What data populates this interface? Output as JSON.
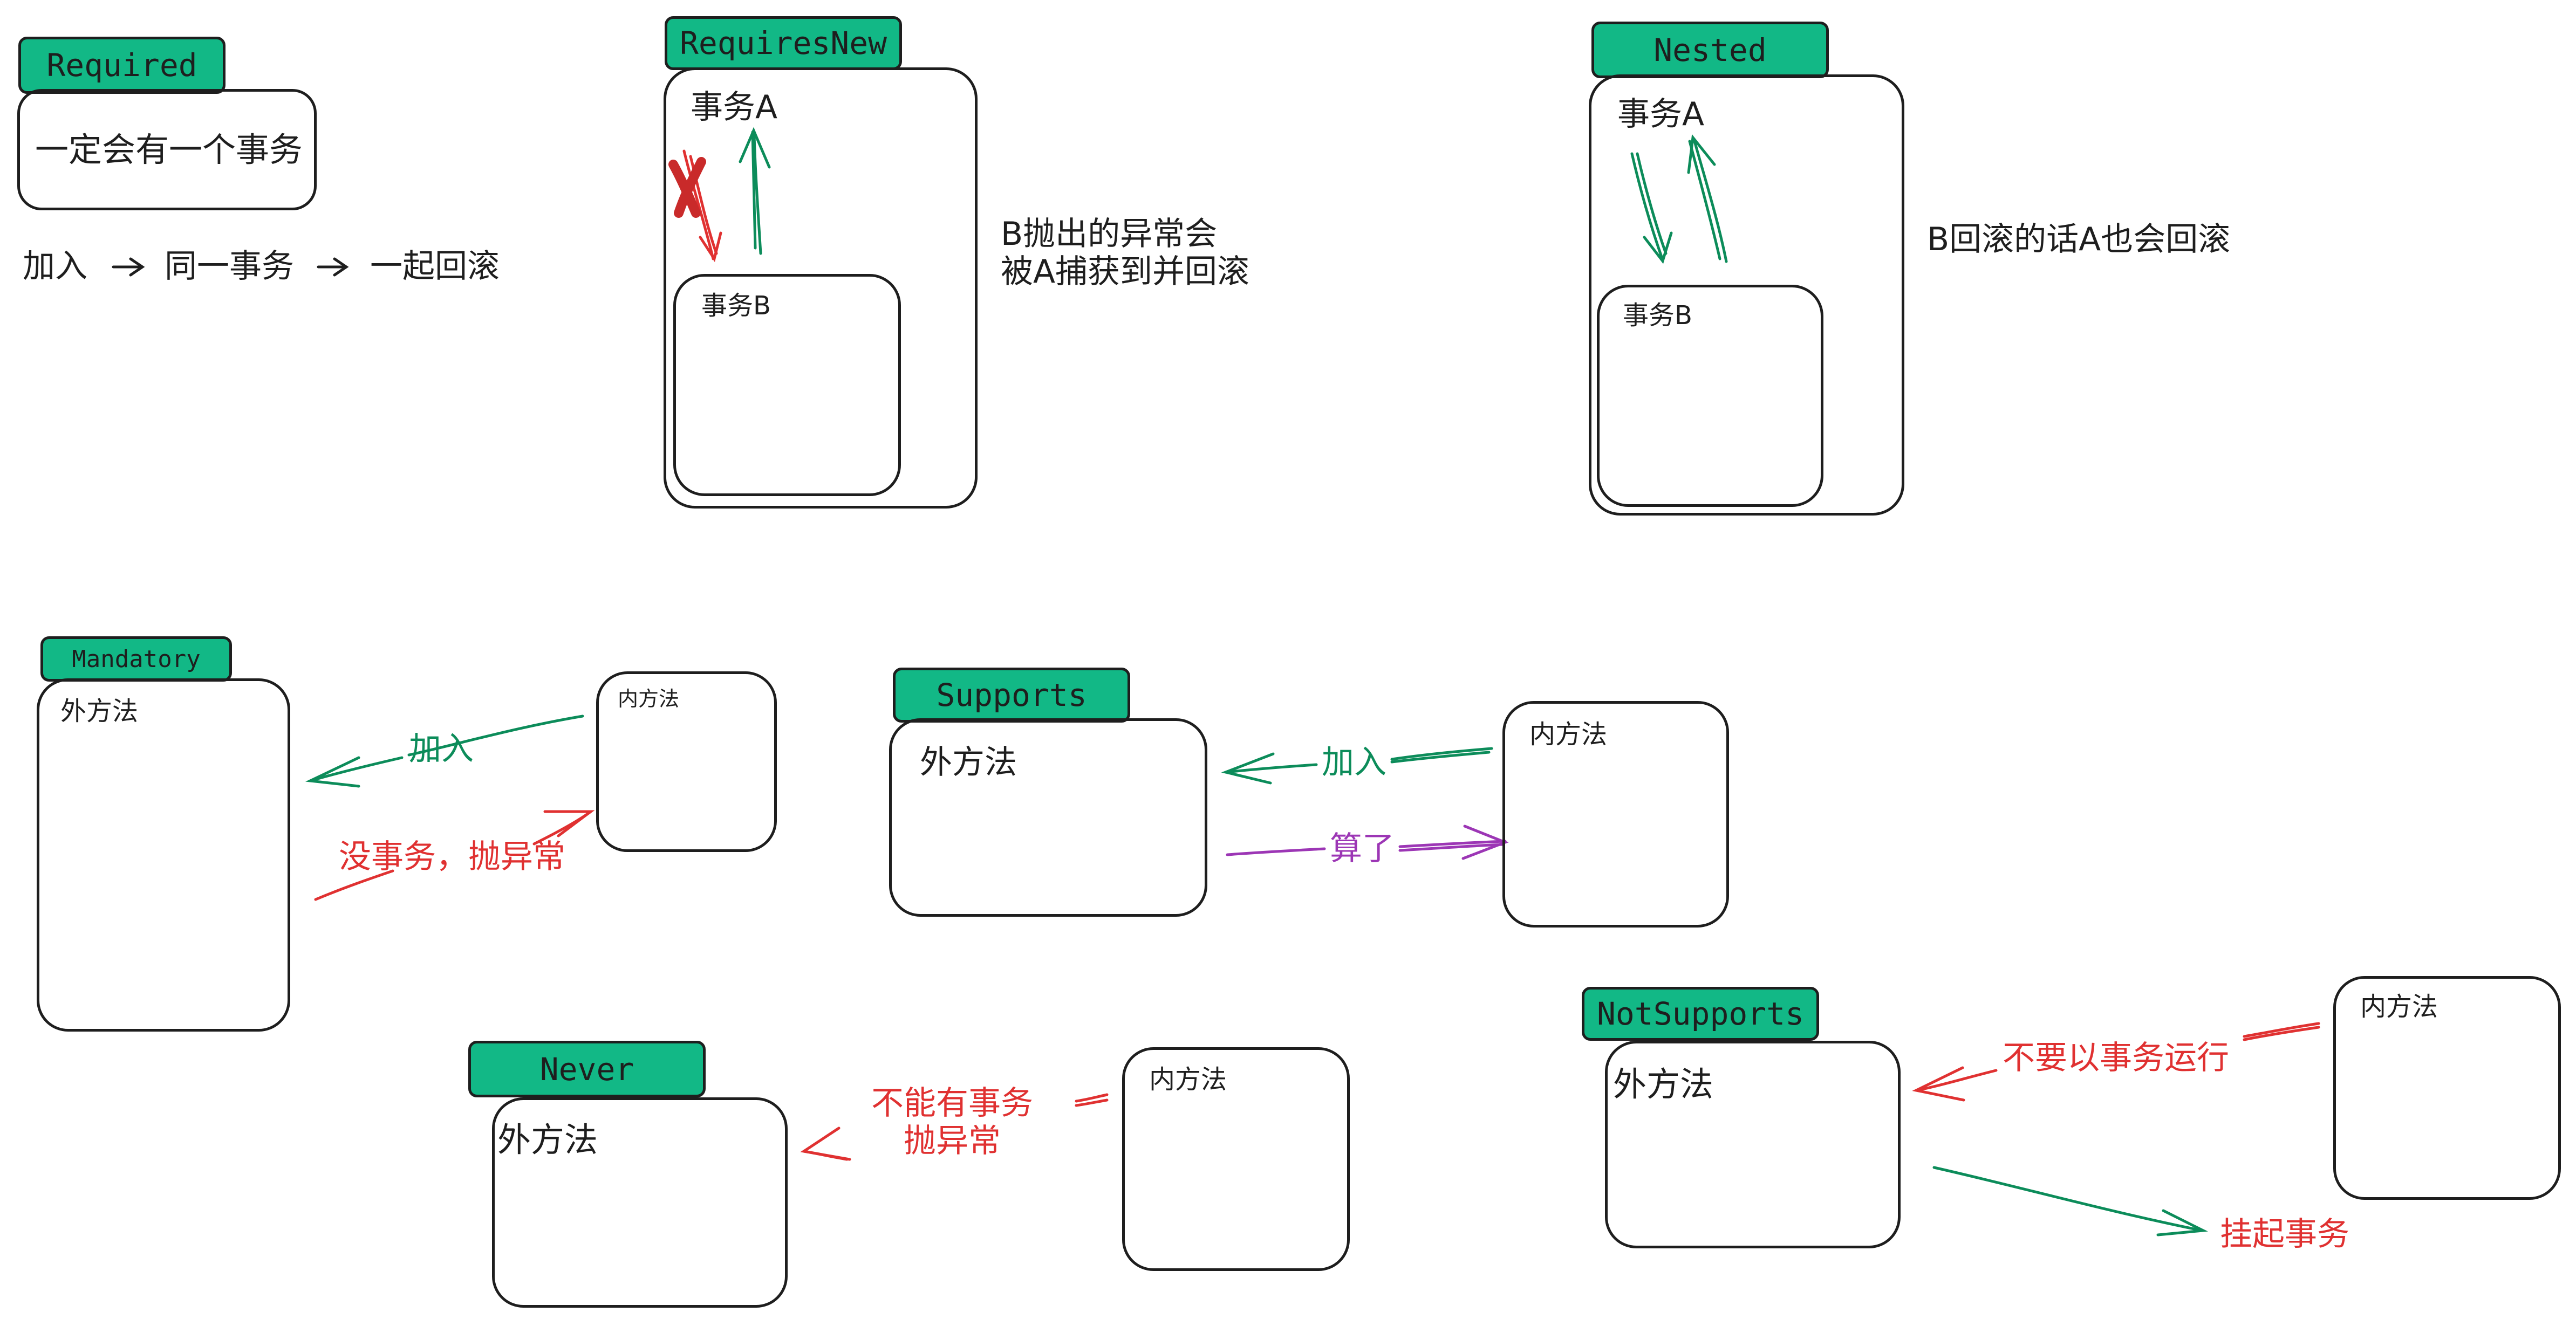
{
  "required": {
    "tag": "Required",
    "box_text": "一定会有一个事务",
    "flow": [
      "加入",
      "同一事务",
      "一起回滚"
    ]
  },
  "requires_new": {
    "tag": "RequiresNew",
    "outer_label": "事务A",
    "inner_label": "事务B",
    "note_line1": "B抛出的异常会",
    "note_line2": "被A捕获到并回滚"
  },
  "nested": {
    "tag": "Nested",
    "outer_label": "事务A",
    "inner_label": "事务B",
    "note": "B回滚的话A也会回滚"
  },
  "mandatory": {
    "tag": "Mandatory",
    "outer_label": "外方法",
    "inner_label": "内方法",
    "join_label": "加入",
    "error_label": "没事务，抛异常"
  },
  "supports": {
    "tag": "Supports",
    "outer_label": "外方法",
    "inner_label": "内方法",
    "join_label": "加入",
    "skip_label": "算了"
  },
  "never": {
    "tag": "Never",
    "outer_label": "外方法",
    "inner_label": "内方法",
    "error_line1": "不能有事务",
    "error_line2": "抛异常"
  },
  "not_supports": {
    "tag": "NotSupports",
    "outer_label": "外方法",
    "inner_label": "内方法",
    "run_label": "不要以事务运行",
    "suspend_label": "挂起事务"
  },
  "colors": {
    "tag_fill": "#12b886",
    "stroke": "#1e1e1e",
    "green": "#0c8c5a",
    "red": "#e03131",
    "purple": "#9c36b5"
  }
}
